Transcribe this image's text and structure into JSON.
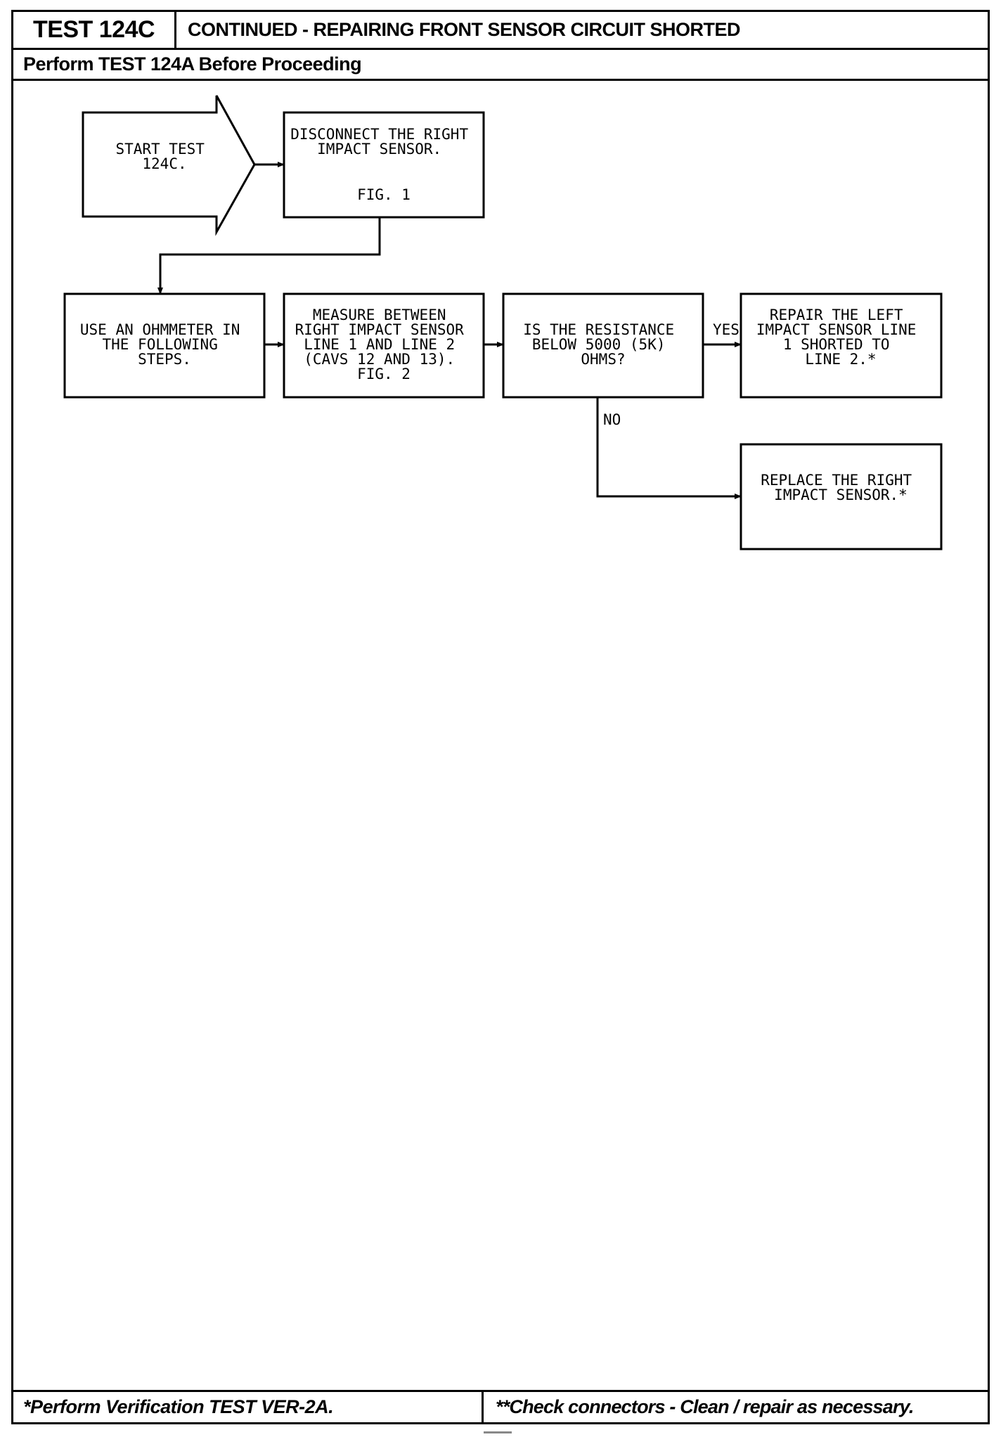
{
  "header": {
    "test_id": "TEST 124C",
    "title": "CONTINUED - REPAIRING FRONT SENSOR CIRCUIT SHORTED"
  },
  "prerequisite": "Perform TEST 124A Before Proceeding",
  "flowchart": {
    "start": [
      "START TEST",
      "124C."
    ],
    "step_disconnect": [
      "DISCONNECT THE RIGHT",
      "IMPACT SENSOR.",
      "",
      "FIG. 1"
    ],
    "step_ohmmeter": [
      "USE AN OHMMETER IN",
      "THE FOLLOWING",
      "STEPS."
    ],
    "step_measure": [
      "MEASURE BETWEEN",
      "RIGHT IMPACT SENSOR",
      "LINE 1 AND LINE 2",
      "(CAVS 12 AND 13).",
      "FIG. 2"
    ],
    "decision": [
      "IS THE RESISTANCE",
      "BELOW 5000 (5K)",
      "OHMS?"
    ],
    "yes_label": "YES",
    "no_label": "NO",
    "result_yes": [
      "REPAIR THE LEFT",
      "IMPACT SENSOR LINE",
      "1 SHORTED TO",
      "LINE 2.*"
    ],
    "result_no": [
      "REPLACE THE RIGHT",
      "IMPACT SENSOR.*"
    ]
  },
  "footer": {
    "left_note": "*Perform Verification TEST VER-2A.",
    "right_note": "**Check connectors - Clean / repair as necessary."
  }
}
